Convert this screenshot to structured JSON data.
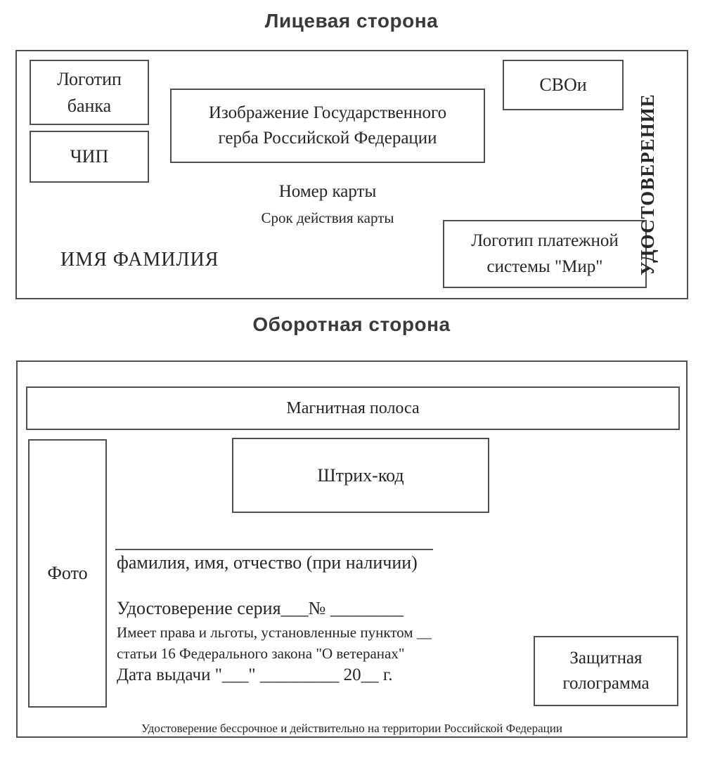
{
  "front": {
    "title": "Лицевая сторона",
    "bank_logo": "Логотип\nбанка",
    "chip": "ЧИП",
    "emblem": "Изображение Государственного\nгерба Российской Федерации",
    "svoi": "СВОи",
    "card_number": "Номер карты",
    "card_validity": "Срок действия карты",
    "cardholder": "ИМЯ ФАМИЛИЯ",
    "mir_logo": "Логотип платежной\nсистемы \"Мир\"",
    "vertical_label": "УДОСТОВЕРЕНИЕ"
  },
  "back": {
    "title": "Оборотная сторона",
    "magnetic_stripe": "Магнитная полоса",
    "photo": "Фото",
    "barcode": "Штрих-код",
    "fio_caption": "фамилия, имя, отчество (при наличии)",
    "series_line": "Удостоверение серия___№ ________",
    "rights_line1": "Имеет права и льготы, установленные пунктом __",
    "rights_line2": "статьи 16 Федерального закона \"О ветеранах\"",
    "issue_date_line": "Дата выдачи \"___\" _________ 20__ г.",
    "hologram": "Защитная\nголограмма",
    "footnote": "Удостоверение бессрочное и действительно на территории Российской Федерации"
  },
  "colors": {
    "text": "#262626",
    "border": "#4f4f4f",
    "background": "#ffffff"
  }
}
